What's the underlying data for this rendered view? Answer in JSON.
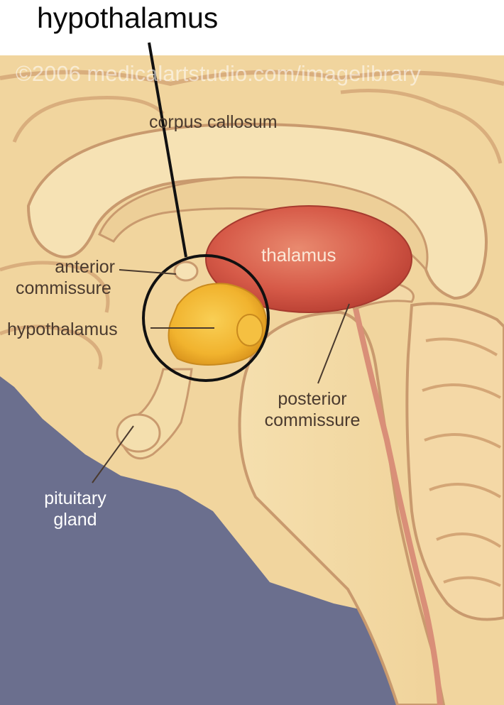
{
  "figure": {
    "title": "hypothalamus",
    "watermark": "©2006 medicalartstudio.com/imagelibrary",
    "labels": {
      "corpus_callosum": "corpus callosum",
      "thalamus": "thalamus",
      "anterior_commissure_line1": "anterior",
      "anterior_commissure_line2": "commissure",
      "hypothalamus": "hypothalamus",
      "posterior_commissure_line1": "posterior",
      "posterior_commissure_line2": "commissure",
      "pituitary_gland_line1": "pituitary",
      "pituitary_gland_line2": "gland"
    }
  },
  "colors": {
    "background": "#ffffff",
    "backdrop": "#6b6f8e",
    "brain_tissue": "#f4dba6",
    "brain_shadow": "#e3b987",
    "outline": "#c99a6e",
    "thalamus": "#d65a48",
    "hypothalamus": "#f1b32e",
    "text_dark": "#4a3a2e"
  }
}
